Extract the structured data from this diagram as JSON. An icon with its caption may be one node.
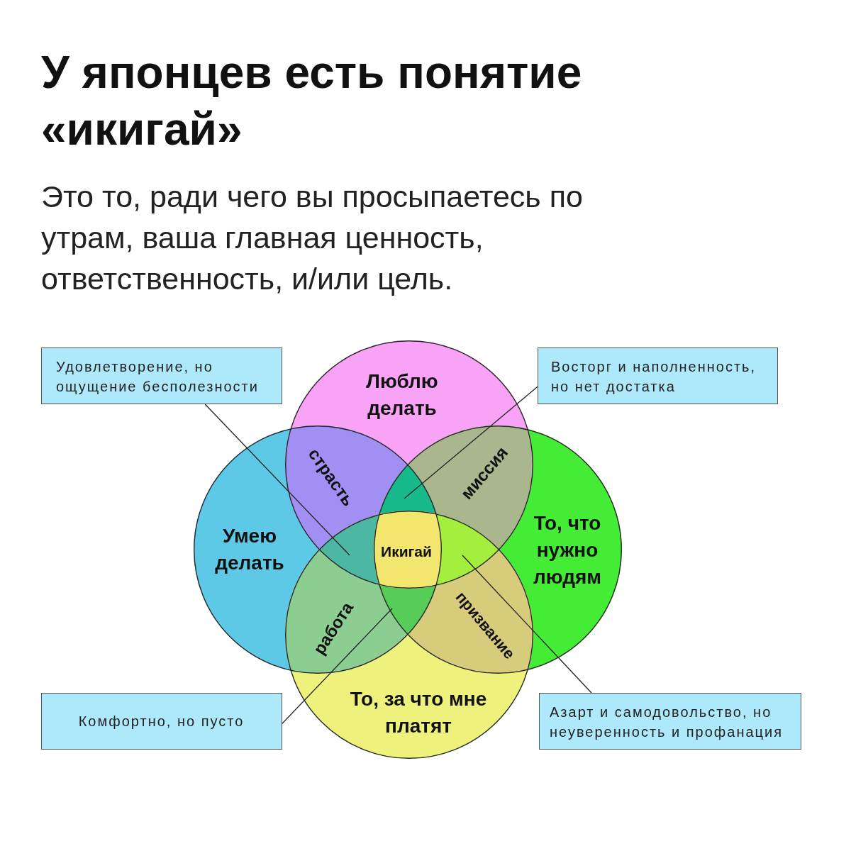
{
  "diagram": {
    "title": "У японцев есть понятие «икигай»",
    "nodes": [
      {
        "text": [
          "Удовлетворение, но ощущение бесполезности"
        ]
      },
      {
        "text": [
          "Люблю делать"
        ]
      },
      {
        "text": [
          "Восторг и наполненность, но нет достатка"
        ]
      },
      {
        "text": [
          "Умею делать"
        ]
      },
      {
        "text": [
          "То, что нужно людям"
        ]
      },
      {
        "text": [
          "Комфортно, но пусто"
        ]
      },
      {
        "text": [
          "То, за что мне платят"
        ]
      },
      {
        "text": [
          "Азарт и самодовольство, но неуверенность и профанация"
        ]
      }
    ],
    "edges": [
      {
        "from": 0,
        "to": 3,
        "arrow": "none"
      },
      {
        "from": 2,
        "to": 4,
        "arrow": "none"
      },
      {
        "from": 5,
        "to": 4,
        "arrow": "none"
      },
      {
        "from": 7,
        "to": 4,
        "arrow": "none"
      }
    ],
    "labels": [
      "Это то, ради чего вы просыпаетесь по утрам, ваша главная ценность, ответственность, и/или цель.",
      "страсть",
      "миссия",
      "Икигай",
      "работа",
      "призвание"
    ]
  }
}
